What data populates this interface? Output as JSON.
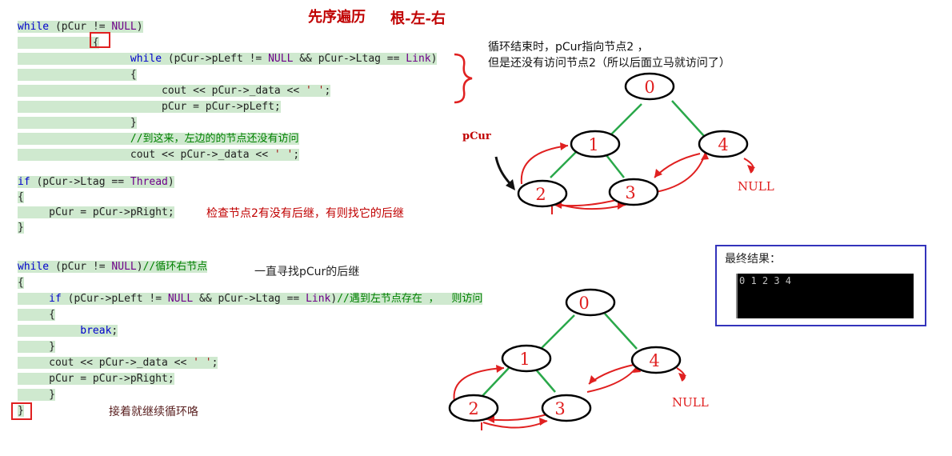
{
  "title": {
    "main": "先序遍历",
    "sub": "根-左-右"
  },
  "code1": [
    [
      [
        "kw",
        "while"
      ],
      [
        "t",
        " (pCur "
      ],
      [
        "t",
        "!= "
      ],
      [
        "mac",
        "NULL"
      ],
      [
        "t",
        ")"
      ]
    ],
    [
      [
        "t",
        "            {"
      ]
    ],
    [
      [
        "t",
        "                  "
      ],
      [
        "kw",
        "while"
      ],
      [
        "t",
        " (pCur->pLeft != "
      ],
      [
        "mac",
        "NULL"
      ],
      [
        "t",
        " && pCur->Ltag == "
      ],
      [
        "mac",
        "Link"
      ],
      [
        "t",
        ")"
      ]
    ],
    [
      [
        "t",
        "                  {"
      ]
    ],
    [
      [
        "t",
        "                       cout << pCur->_data << "
      ],
      [
        "str",
        "' '"
      ],
      [
        "t",
        ";"
      ]
    ],
    [
      [
        "t",
        "                       pCur = pCur->pLeft;"
      ]
    ],
    [
      [
        "t",
        "                  }"
      ]
    ],
    [
      [
        "t",
        "                  "
      ],
      [
        "cm",
        "//到这来，左边的的节点还没有访问"
      ]
    ],
    [
      [
        "t",
        "                  cout << pCur->_data << "
      ],
      [
        "str",
        "' '"
      ],
      [
        "t",
        ";"
      ]
    ]
  ],
  "code2": [
    [
      [
        "kw",
        "if"
      ],
      [
        "t",
        " (pCur->Ltag == "
      ],
      [
        "mac",
        "Thread"
      ],
      [
        "t",
        ")"
      ]
    ],
    [
      [
        "t",
        "{"
      ]
    ],
    [
      [
        "t",
        "     pCur = pCur->pRight;"
      ]
    ],
    [
      [
        "t",
        "}"
      ]
    ]
  ],
  "code3": [
    [
      [
        "kw",
        "while"
      ],
      [
        "t",
        " (pCur != "
      ],
      [
        "mac",
        "NULL"
      ],
      [
        "t",
        ")"
      ],
      [
        "cm",
        "//循环右节点"
      ]
    ],
    [
      [
        "t",
        "{"
      ]
    ],
    [
      [
        "t",
        "     "
      ],
      [
        "kw",
        "if"
      ],
      [
        "t",
        " (pCur->pLeft != "
      ],
      [
        "mac",
        "NULL"
      ],
      [
        "t",
        " && pCur->Ltag == "
      ],
      [
        "mac",
        "Link"
      ],
      [
        "t",
        ")"
      ],
      [
        "cm",
        "//遇到左节点存在 ，  则访问"
      ]
    ],
    [
      [
        "t",
        "     {"
      ]
    ],
    [
      [
        "t",
        "          "
      ],
      [
        "kw",
        "break"
      ],
      [
        "t",
        ";"
      ]
    ],
    [
      [
        "t",
        "     }"
      ]
    ],
    [
      [
        "t",
        "     cout << pCur->_data << "
      ],
      [
        "str",
        "' '"
      ],
      [
        "t",
        ";"
      ]
    ],
    [
      [
        "t",
        "     pCur = pCur->pRight;"
      ]
    ],
    [
      [
        "t",
        "     }"
      ]
    ],
    [
      [
        "t",
        "}"
      ]
    ]
  ],
  "notes": {
    "loop_end": "循环结束时，pCur指向节点2  ，",
    "not_visited": "但是还没有访问节点2（所以后面立马就访问了）",
    "check_succ": "检查节点2有没有后继，有则找它的后继",
    "find_succ": "一直寻找pCur的后继",
    "continue_loop": "接着就继续循环咯"
  },
  "diagram1": {
    "pointer_label": "pCur",
    "null_label": "NULL",
    "nodes": [
      "0",
      "1",
      "2",
      "3",
      "4"
    ]
  },
  "diagram2": {
    "null_label": "NULL",
    "nodes": [
      "0",
      "1",
      "2",
      "3",
      "4"
    ]
  },
  "result": {
    "label": "最终结果：",
    "output": "0 1 2 3 4"
  },
  "colors": {
    "edge": "#2aa84a",
    "arrow": "#e02020",
    "highlight": "#cfe9cf",
    "result_border": "#3333bb"
  }
}
